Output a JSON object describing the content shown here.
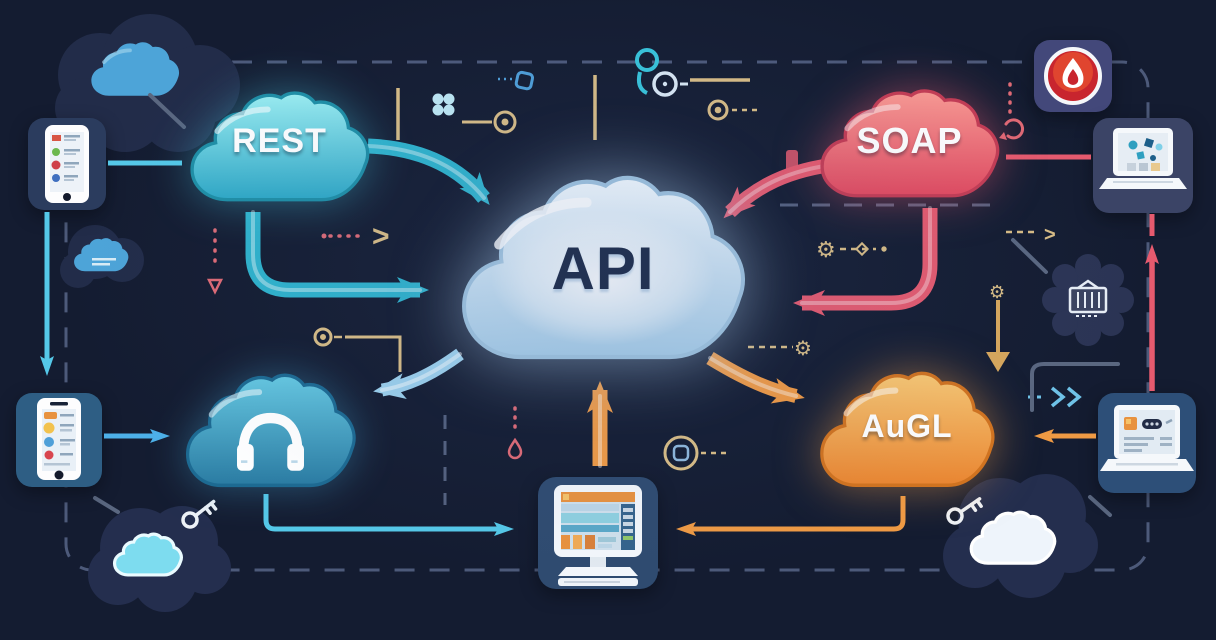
{
  "scene": {
    "description": "API cloud integration illustration on dark circuit-board background"
  },
  "clouds": {
    "api": {
      "label": "API"
    },
    "rest": {
      "label": "REST"
    },
    "soap": {
      "label": "SOAP"
    },
    "graphql": {
      "label": "AuGL"
    },
    "services": {
      "icon": "headphones-icon"
    }
  },
  "icons": {
    "top_left_device": "smartphone-icon",
    "mid_left_device": "smartphone-icon",
    "top_right_app": "flame-icon",
    "top_right_device": "laptop-icon",
    "bottom_right_device": "laptop-icon",
    "bottom_center_device": "desktop-monitor-icon",
    "left_key": "key-icon",
    "right_key": "key-icon",
    "right_badge": "server-badge-icon",
    "decor": [
      "cloud-silhouette",
      "gear-icon",
      "target-circle-icon",
      "chevron-icon",
      "clover-icon"
    ]
  },
  "colors": {
    "background": "#141c31",
    "api_cloud": "#bcd9ee",
    "rest_cloud": "#3fb9d3",
    "soap_cloud": "#e9566b",
    "graphql_cloud": "#f0953f",
    "services_cloud": "#3797ba",
    "teal_arrow": "#2fb3cc",
    "red_arrow": "#e65a6e",
    "orange_arrow": "#f09a44",
    "light_blue_arrow": "#9cd0ec",
    "cyan_line": "#55c8e8",
    "gold_accent": "#d9bd85"
  }
}
